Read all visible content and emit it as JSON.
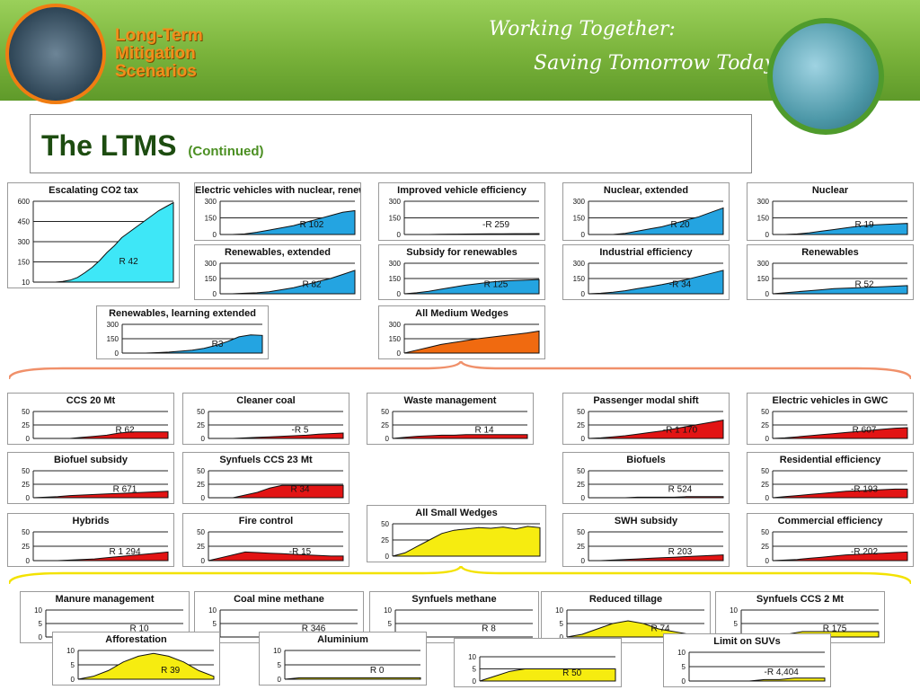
{
  "header": {
    "logo_text": [
      "Long-Term",
      "Mitigation",
      "Scenarios"
    ],
    "tagline_1": "Working Together:",
    "tagline_2": "Saving Tomorrow Today"
  },
  "slide": {
    "title": "The LTMS",
    "subtitle": "(Continued)"
  },
  "colors": {
    "cyan": "#3ee7f7",
    "blue": "#24a4e1",
    "orange": "#f06a10",
    "red": "#e21414",
    "yellow": "#f6ec10",
    "banner_green": "#79b23a",
    "title_green": "#1d4c10"
  },
  "chart_data": [
    {
      "id": "c1",
      "type": "area",
      "title": "Escalating CO2 tax",
      "label": "R 42",
      "color": "cyan",
      "ylim": [
        0,
        600
      ],
      "yticks": [
        "600",
        "450",
        "300",
        "150",
        "10"
      ],
      "values": [
        0,
        0,
        0,
        0,
        5,
        15,
        35,
        70,
        110,
        160,
        220,
        270,
        330,
        370,
        410,
        450,
        490,
        530,
        560,
        590
      ]
    },
    {
      "id": "c2",
      "type": "area",
      "title": "Electric vehicles with nuclear, renewables",
      "label": "R 102",
      "color": "blue",
      "ylim": [
        0,
        300
      ],
      "yticks": [
        "300",
        "150",
        "0"
      ],
      "values": [
        0,
        0,
        5,
        20,
        40,
        60,
        80,
        110,
        140,
        170,
        200,
        215
      ]
    },
    {
      "id": "c3",
      "type": "area",
      "title": "Improved vehicle efficiency",
      "label": "-R 259",
      "color": "blue",
      "ylim": [
        0,
        300
      ],
      "yticks": [
        "300",
        "150",
        "0"
      ],
      "values": [
        0,
        0,
        0,
        2,
        3,
        4,
        5,
        6,
        6,
        7,
        7,
        8
      ]
    },
    {
      "id": "c4",
      "type": "area",
      "title": "Nuclear, extended",
      "label": "R 20",
      "color": "blue",
      "ylim": [
        0,
        300
      ],
      "yticks": [
        "300",
        "150",
        "0"
      ],
      "values": [
        0,
        0,
        0,
        10,
        30,
        50,
        70,
        100,
        130,
        160,
        200,
        240
      ]
    },
    {
      "id": "c5",
      "type": "area",
      "title": "Nuclear",
      "label": "R 19",
      "color": "blue",
      "ylim": [
        0,
        300
      ],
      "yticks": [
        "300",
        "150",
        "0"
      ],
      "values": [
        0,
        0,
        5,
        15,
        30,
        45,
        60,
        75,
        85,
        90,
        95,
        100
      ]
    },
    {
      "id": "c6",
      "type": "area",
      "title": "Renewables, extended",
      "label": "R 82",
      "color": "blue",
      "ylim": [
        0,
        300
      ],
      "yticks": [
        "300",
        "150",
        "0"
      ],
      "values": [
        0,
        0,
        5,
        10,
        20,
        40,
        60,
        90,
        120,
        150,
        190,
        230
      ]
    },
    {
      "id": "c7",
      "type": "area",
      "title": "Subsidy for renewables",
      "label": "R 125",
      "color": "blue",
      "ylim": [
        0,
        300
      ],
      "yticks": [
        "300",
        "150",
        "0"
      ],
      "values": [
        0,
        10,
        25,
        45,
        65,
        85,
        100,
        115,
        125,
        130,
        135,
        140
      ]
    },
    {
      "id": "c8",
      "type": "area",
      "title": "Industrial efficiency",
      "label": "-R 34",
      "color": "blue",
      "ylim": [
        0,
        300
      ],
      "yticks": [
        "300",
        "150",
        "0"
      ],
      "values": [
        0,
        5,
        15,
        30,
        50,
        70,
        90,
        115,
        140,
        170,
        200,
        230
      ]
    },
    {
      "id": "c9",
      "type": "area",
      "title": "Renewables",
      "label": "R 52",
      "color": "blue",
      "ylim": [
        0,
        300
      ],
      "yticks": [
        "300",
        "150",
        "0"
      ],
      "values": [
        0,
        10,
        20,
        30,
        40,
        50,
        55,
        60,
        65,
        70,
        75,
        80
      ]
    },
    {
      "id": "c10",
      "type": "area",
      "title": "Renewables, learning extended",
      "label": "R3",
      "color": "blue",
      "ylim": [
        0,
        300
      ],
      "yticks": [
        "300",
        "150",
        "0"
      ],
      "values": [
        0,
        0,
        0,
        5,
        10,
        20,
        30,
        50,
        80,
        120,
        170,
        190,
        185
      ]
    },
    {
      "id": "c11",
      "type": "area",
      "title": "All Medium Wedges",
      "label": "",
      "color": "orange",
      "ylim": [
        0,
        300
      ],
      "yticks": [
        "300",
        "150",
        "0"
      ],
      "values": [
        0,
        30,
        60,
        90,
        110,
        130,
        150,
        165,
        180,
        195,
        210,
        230
      ]
    },
    {
      "id": "c12",
      "type": "area",
      "title": "CCS 20 Mt",
      "label": "R 62",
      "color": "red",
      "ylim": [
        0,
        50
      ],
      "yticks": [
        "50",
        "25",
        "0"
      ],
      "values": [
        0,
        0,
        0,
        0,
        2,
        4,
        6,
        10,
        12,
        12,
        12,
        12
      ]
    },
    {
      "id": "c13",
      "type": "area",
      "title": "Cleaner coal",
      "label": "-R 5",
      "color": "red",
      "ylim": [
        0,
        50
      ],
      "yticks": [
        "50",
        "25",
        "0"
      ],
      "values": [
        0,
        0,
        0,
        1,
        2,
        3,
        4,
        5,
        6,
        8,
        9,
        10
      ]
    },
    {
      "id": "c14",
      "type": "area",
      "title": "Waste management",
      "label": "R 14",
      "color": "red",
      "ylim": [
        0,
        50
      ],
      "yticks": [
        "50",
        "25",
        "0"
      ],
      "values": [
        0,
        2,
        4,
        5,
        6,
        6,
        7,
        7,
        7,
        7,
        7,
        7
      ]
    },
    {
      "id": "c15",
      "type": "area",
      "title": "Passenger modal shift",
      "label": "-R 1 170",
      "color": "red",
      "ylim": [
        0,
        50
      ],
      "yticks": [
        "50",
        "25",
        "0"
      ],
      "values": [
        0,
        1,
        3,
        5,
        8,
        11,
        14,
        18,
        22,
        26,
        30,
        34
      ]
    },
    {
      "id": "c16",
      "type": "area",
      "title": "Electric vehicles in GWC",
      "label": "R 607",
      "color": "red",
      "ylim": [
        0,
        50
      ],
      "yticks": [
        "50",
        "25",
        "0"
      ],
      "values": [
        0,
        1,
        3,
        5,
        7,
        9,
        11,
        13,
        15,
        17,
        19,
        20
      ]
    },
    {
      "id": "c17",
      "type": "area",
      "title": "Biofuel subsidy",
      "label": "R 671",
      "color": "red",
      "ylim": [
        0,
        50
      ],
      "yticks": [
        "50",
        "25",
        "0"
      ],
      "values": [
        0,
        1,
        2,
        4,
        5,
        6,
        7,
        8,
        9,
        10,
        11,
        12
      ]
    },
    {
      "id": "c18",
      "type": "area",
      "title": "Synfuels CCS 23 Mt",
      "label": "R 34",
      "color": "red",
      "ylim": [
        0,
        50
      ],
      "yticks": [
        "50",
        "25",
        "0"
      ],
      "values": [
        0,
        0,
        0,
        5,
        10,
        18,
        23,
        23,
        23,
        23,
        23,
        23
      ]
    },
    {
      "id": "c19",
      "type": "area",
      "title": "Biofuels",
      "label": "R 524",
      "color": "red",
      "ylim": [
        0,
        50
      ],
      "yticks": [
        "50",
        "25",
        "0"
      ],
      "values": [
        0,
        0,
        0,
        0,
        1,
        1,
        1,
        1,
        2,
        2,
        2,
        2
      ]
    },
    {
      "id": "c20",
      "type": "area",
      "title": "Residential efficiency",
      "label": "-R 193",
      "color": "red",
      "ylim": [
        0,
        50
      ],
      "yticks": [
        "50",
        "25",
        "0"
      ],
      "values": [
        0,
        2,
        4,
        6,
        8,
        10,
        12,
        13,
        14,
        15,
        16,
        16
      ]
    },
    {
      "id": "c21",
      "type": "area",
      "title": "Hybrids",
      "label": "R 1 294",
      "color": "red",
      "ylim": [
        0,
        50
      ],
      "yticks": [
        "50",
        "25",
        "0"
      ],
      "values": [
        0,
        0,
        0,
        1,
        2,
        3,
        5,
        7,
        9,
        11,
        13,
        15
      ]
    },
    {
      "id": "c22",
      "type": "area",
      "title": "Fire control",
      "label": "-R 15",
      "color": "red",
      "ylim": [
        0,
        50
      ],
      "yticks": [
        "50",
        "25",
        "0"
      ],
      "values": [
        0,
        5,
        10,
        15,
        14,
        13,
        12,
        11,
        10,
        9,
        8,
        8
      ]
    },
    {
      "id": "c23",
      "type": "area",
      "title": "All Small Wedges",
      "label": "",
      "color": "yellow",
      "ylim": [
        0,
        50
      ],
      "yticks": [
        "50",
        "25",
        "0"
      ],
      "values": [
        0,
        5,
        15,
        25,
        35,
        40,
        42,
        44,
        43,
        45,
        42,
        46,
        44
      ]
    },
    {
      "id": "c24",
      "type": "area",
      "title": "SWH subsidy",
      "label": "R 203",
      "color": "red",
      "ylim": [
        0,
        50
      ],
      "yticks": [
        "50",
        "25",
        "0"
      ],
      "values": [
        0,
        0,
        1,
        2,
        3,
        4,
        5,
        6,
        7,
        8,
        9,
        10
      ]
    },
    {
      "id": "c25",
      "type": "area",
      "title": "Commercial efficiency",
      "label": "-R 202",
      "color": "red",
      "ylim": [
        0,
        50
      ],
      "yticks": [
        "50",
        "25",
        "0"
      ],
      "values": [
        0,
        1,
        2,
        4,
        6,
        8,
        10,
        11,
        12,
        13,
        14,
        15
      ]
    },
    {
      "id": "c26",
      "type": "area",
      "title": "Manure management",
      "label": "R 10",
      "color": "yellow",
      "ylim": [
        0,
        10
      ],
      "yticks": [
        "10",
        "5",
        "0"
      ],
      "values": [
        0,
        0,
        0,
        0,
        0,
        0,
        0,
        0,
        0,
        0
      ]
    },
    {
      "id": "c27",
      "type": "area",
      "title": "Coal mine methane",
      "label": "R 346",
      "color": "yellow",
      "ylim": [
        0,
        10
      ],
      "yticks": [
        "10",
        "5",
        "0"
      ],
      "values": [
        0,
        0,
        0,
        0,
        0,
        0,
        0,
        0,
        0,
        0
      ]
    },
    {
      "id": "c28",
      "type": "area",
      "title": "Synfuels methane",
      "label": "R 8",
      "color": "yellow",
      "ylim": [
        0,
        10
      ],
      "yticks": [
        "10",
        "5",
        "0"
      ],
      "values": [
        0,
        0,
        0,
        0,
        0,
        0,
        0,
        0,
        0,
        0
      ]
    },
    {
      "id": "c29",
      "type": "area",
      "title": "Reduced tillage",
      "label": "R 74",
      "color": "yellow",
      "ylim": [
        0,
        10
      ],
      "yticks": [
        "10",
        "5",
        "0"
      ],
      "values": [
        0,
        1,
        3,
        5,
        6,
        5,
        3,
        2,
        1,
        1
      ]
    },
    {
      "id": "c30",
      "type": "area",
      "title": "Synfuels CCS 2 Mt",
      "label": "R 175",
      "color": "yellow",
      "ylim": [
        0,
        10
      ],
      "yticks": [
        "10",
        "5",
        "0"
      ],
      "values": [
        0,
        0,
        0,
        1,
        2,
        2,
        2,
        2,
        2,
        2
      ]
    },
    {
      "id": "c31",
      "type": "area",
      "title": "Afforestation",
      "label": "R 39",
      "color": "yellow",
      "ylim": [
        0,
        10
      ],
      "yticks": [
        "10",
        "5",
        "0"
      ],
      "values": [
        0,
        1,
        3,
        6,
        8,
        9,
        8,
        6,
        3,
        1
      ]
    },
    {
      "id": "c32",
      "type": "area",
      "title": "Aluminium",
      "label": "R 0",
      "color": "yellow",
      "ylim": [
        0,
        10
      ],
      "yticks": [
        "10",
        "5",
        "0"
      ],
      "values": [
        0,
        0.5,
        0.5,
        0.5,
        0.5,
        0.5,
        0.5,
        0.5,
        0.5,
        0.5
      ]
    },
    {
      "id": "c33",
      "type": "area",
      "title": "",
      "label": "R 50",
      "color": "yellow",
      "ylim": [
        0,
        10
      ],
      "yticks": [
        "10",
        "5",
        "0"
      ],
      "values": [
        0,
        2,
        4,
        5,
        5,
        5,
        5,
        5,
        5,
        5
      ]
    },
    {
      "id": "c34",
      "type": "area",
      "title": "Limit on SUVs",
      "label": "-R 4,404",
      "color": "yellow",
      "ylim": [
        0,
        10
      ],
      "yticks": [
        "10",
        "5",
        "0"
      ],
      "values": [
        0,
        0,
        0,
        0,
        0,
        0.5,
        0.5,
        1,
        1,
        1
      ]
    }
  ]
}
